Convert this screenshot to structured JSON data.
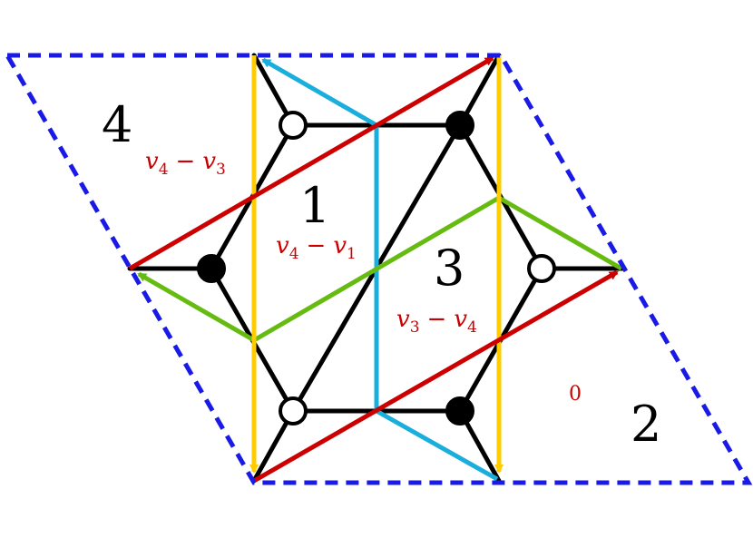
{
  "colors": {
    "boundary": "#1a1ae6",
    "edge": "#000000",
    "red": "#cc0000",
    "cyan": "#1aaedc",
    "yellow": "#ffcc00",
    "green": "#66bb11",
    "node_white": "#ffffff",
    "node_black": "#000000",
    "label_red": "#cc0000"
  },
  "regions": {
    "r4": "4",
    "r1": "1",
    "r3": "3",
    "r2": "2",
    "r0": "0"
  },
  "labels": {
    "v4_minus_v3": {
      "a": "v",
      "a_sub": "4",
      "op": "−",
      "b": "v",
      "b_sub": "3"
    },
    "v4_minus_v1": {
      "a": "v",
      "a_sub": "4",
      "op": "−",
      "b": "v",
      "b_sub": "1"
    },
    "v3_minus_v4": {
      "a": "v",
      "a_sub": "3",
      "op": "−",
      "b": "v",
      "b_sub": "4"
    }
  },
  "nodes": [
    {
      "name": "white-node-top-left",
      "fill": "white"
    },
    {
      "name": "black-node-top-right",
      "fill": "black"
    },
    {
      "name": "black-node-left",
      "fill": "black"
    },
    {
      "name": "white-node-right",
      "fill": "white"
    },
    {
      "name": "white-node-bottom-left",
      "fill": "white"
    },
    {
      "name": "black-node-bottom-right",
      "fill": "black"
    }
  ]
}
